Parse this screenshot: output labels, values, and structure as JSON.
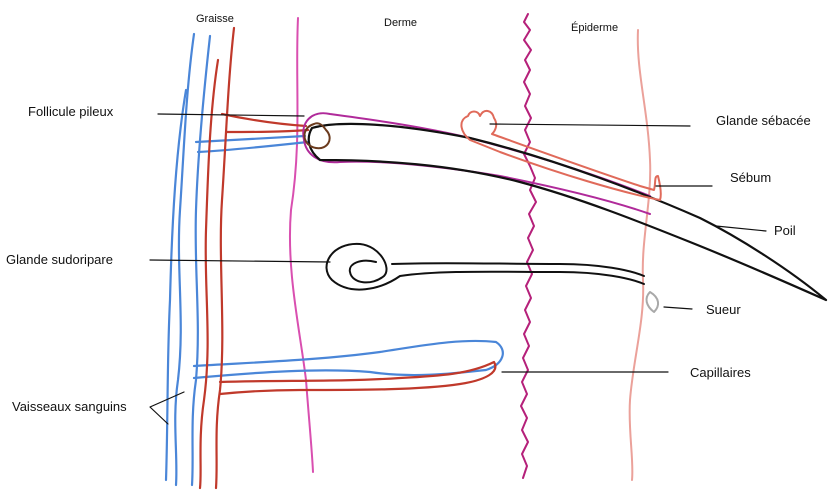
{
  "layers": {
    "fat": "Graisse",
    "dermis": "Derme",
    "epidermis": "Épiderme"
  },
  "labels": {
    "hair_follicle": "Follicule pileux",
    "sebaceous_gland": "Glande sébacée",
    "sebum": "Sébum",
    "hair": "Poil",
    "sweat_gland": "Glande sudoripare",
    "sweat": "Sueur",
    "capillaries": "Capillaires",
    "blood_vessels": "Vaisseaux sanguins"
  },
  "colors": {
    "vein": "#4a86d8",
    "artery": "#c0392b",
    "dermis_boundary": "#d94fb0",
    "epidermis_boundary": "#b5207a",
    "skin_surface": "#eba19a",
    "hair": "#111111",
    "hair_sheath": "#b02a9a",
    "sebaceous": "#e06a5a",
    "hair_bulb": "#6b3b1e",
    "sweat_drop": "#a9a9a9",
    "leader_line": "#111111"
  }
}
